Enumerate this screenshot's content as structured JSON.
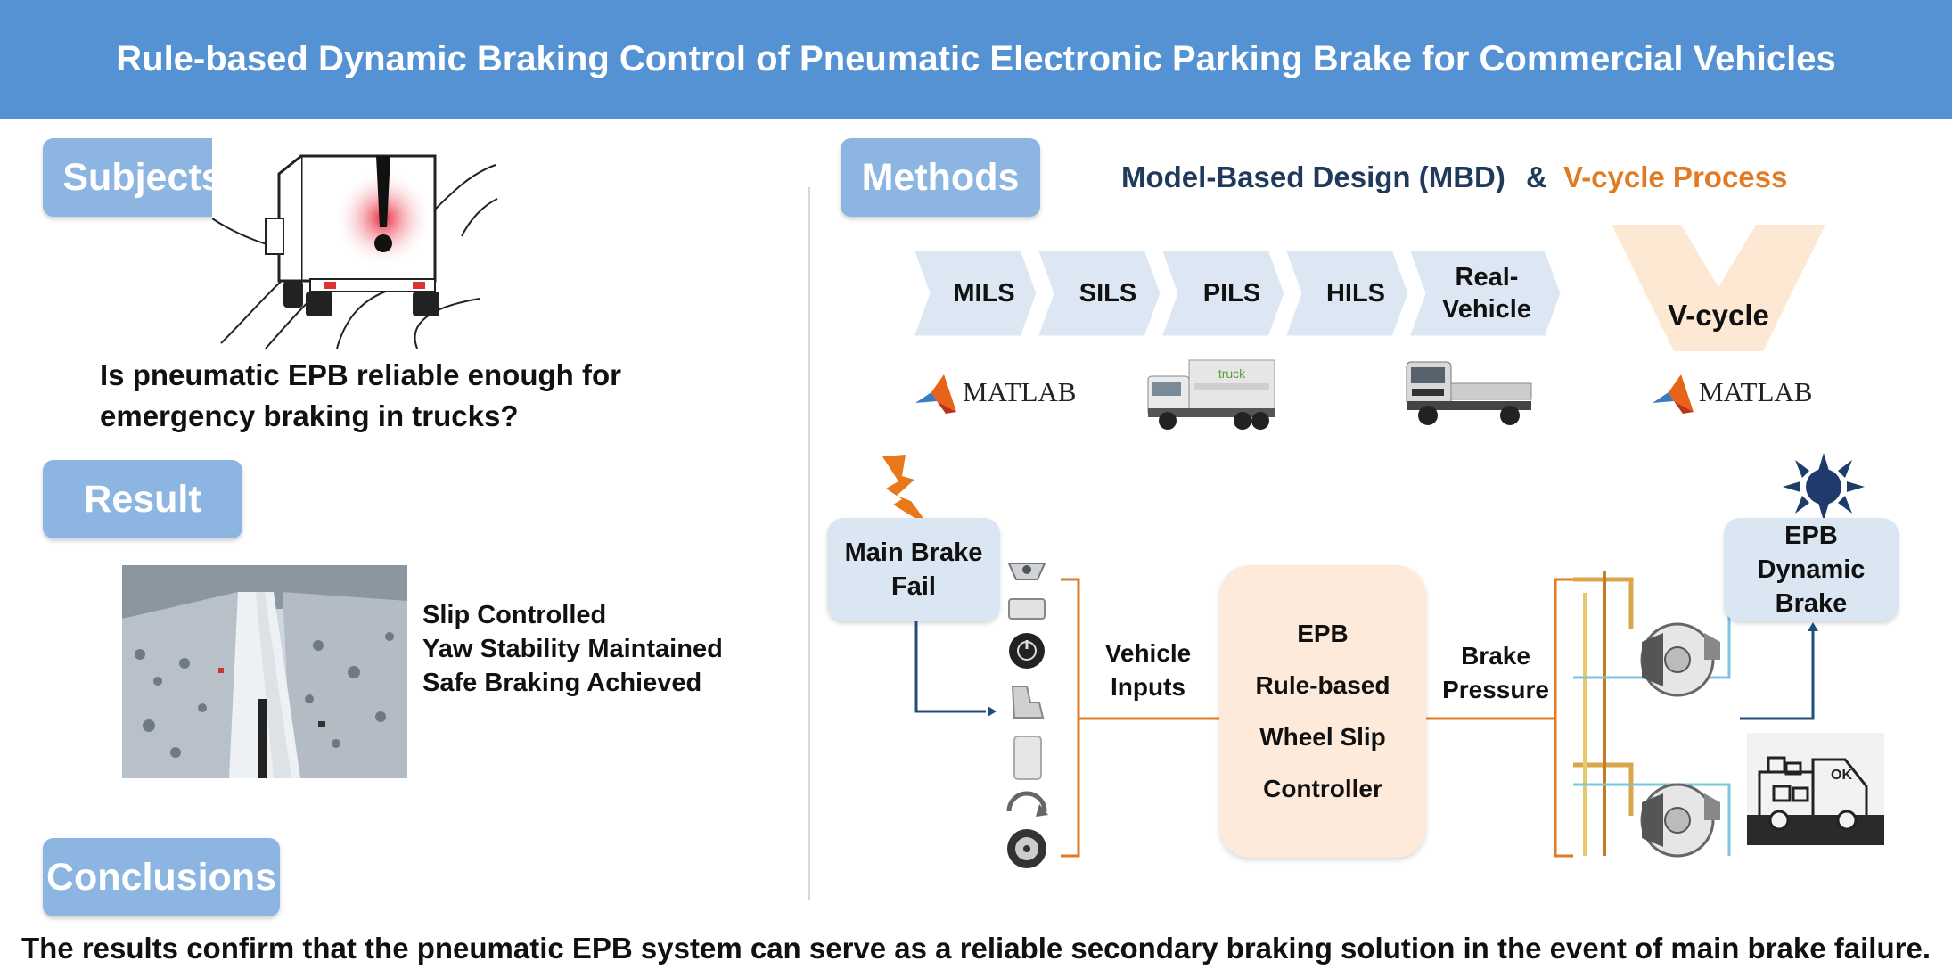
{
  "header": {
    "title": "Rule-based Dynamic Braking Control of Pneumatic Electronic Parking Brake for Commercial Vehicles"
  },
  "sections": {
    "subjects": "Subjects",
    "result": "Result",
    "methods": "Methods",
    "conclusions": "Conclusions"
  },
  "subjects": {
    "question_line1": "Is pneumatic EPB reliable enough for",
    "question_line2": "emergency braking in trucks?"
  },
  "result": {
    "lines": [
      "Slip Controlled",
      "Yaw Stability Maintained",
      "Safe Braking Achieved"
    ]
  },
  "methods": {
    "mbd": "Model-Based Design (MBD)",
    "amp": "&",
    "vcycle_process": "V-cycle Process",
    "chevrons": [
      "MILS",
      "SILS",
      "PILS",
      "HILS",
      "Real-\nVehicle"
    ],
    "vcycle_label": "V-cycle",
    "matlab_logo_1": "MATLAB",
    "matlab_logo_2": "MATLAB",
    "truck_logo_text": "truck"
  },
  "diagram": {
    "main_brake_fail": "Main Brake\nFail",
    "vehicle_inputs": "Vehicle\nInputs",
    "controller_lines": [
      "EPB",
      "Rule-based",
      "Wheel Slip",
      "Controller"
    ],
    "brake_pressure": "Brake\nPressure",
    "epb_dynamic_brake": "EPB\nDynamic\nBrake",
    "ok_badge": "OK"
  },
  "conclusion": {
    "text": "The results confirm that the pneumatic EPB system can serve as a reliable secondary braking solution in the event of main brake failure."
  },
  "colors": {
    "header": "#5592d3",
    "pill": "#8db5e2",
    "orange": "#e07b24",
    "navy": "#1f3a5a",
    "chevron": "#dce7f3",
    "controller": "#fdeadb"
  }
}
